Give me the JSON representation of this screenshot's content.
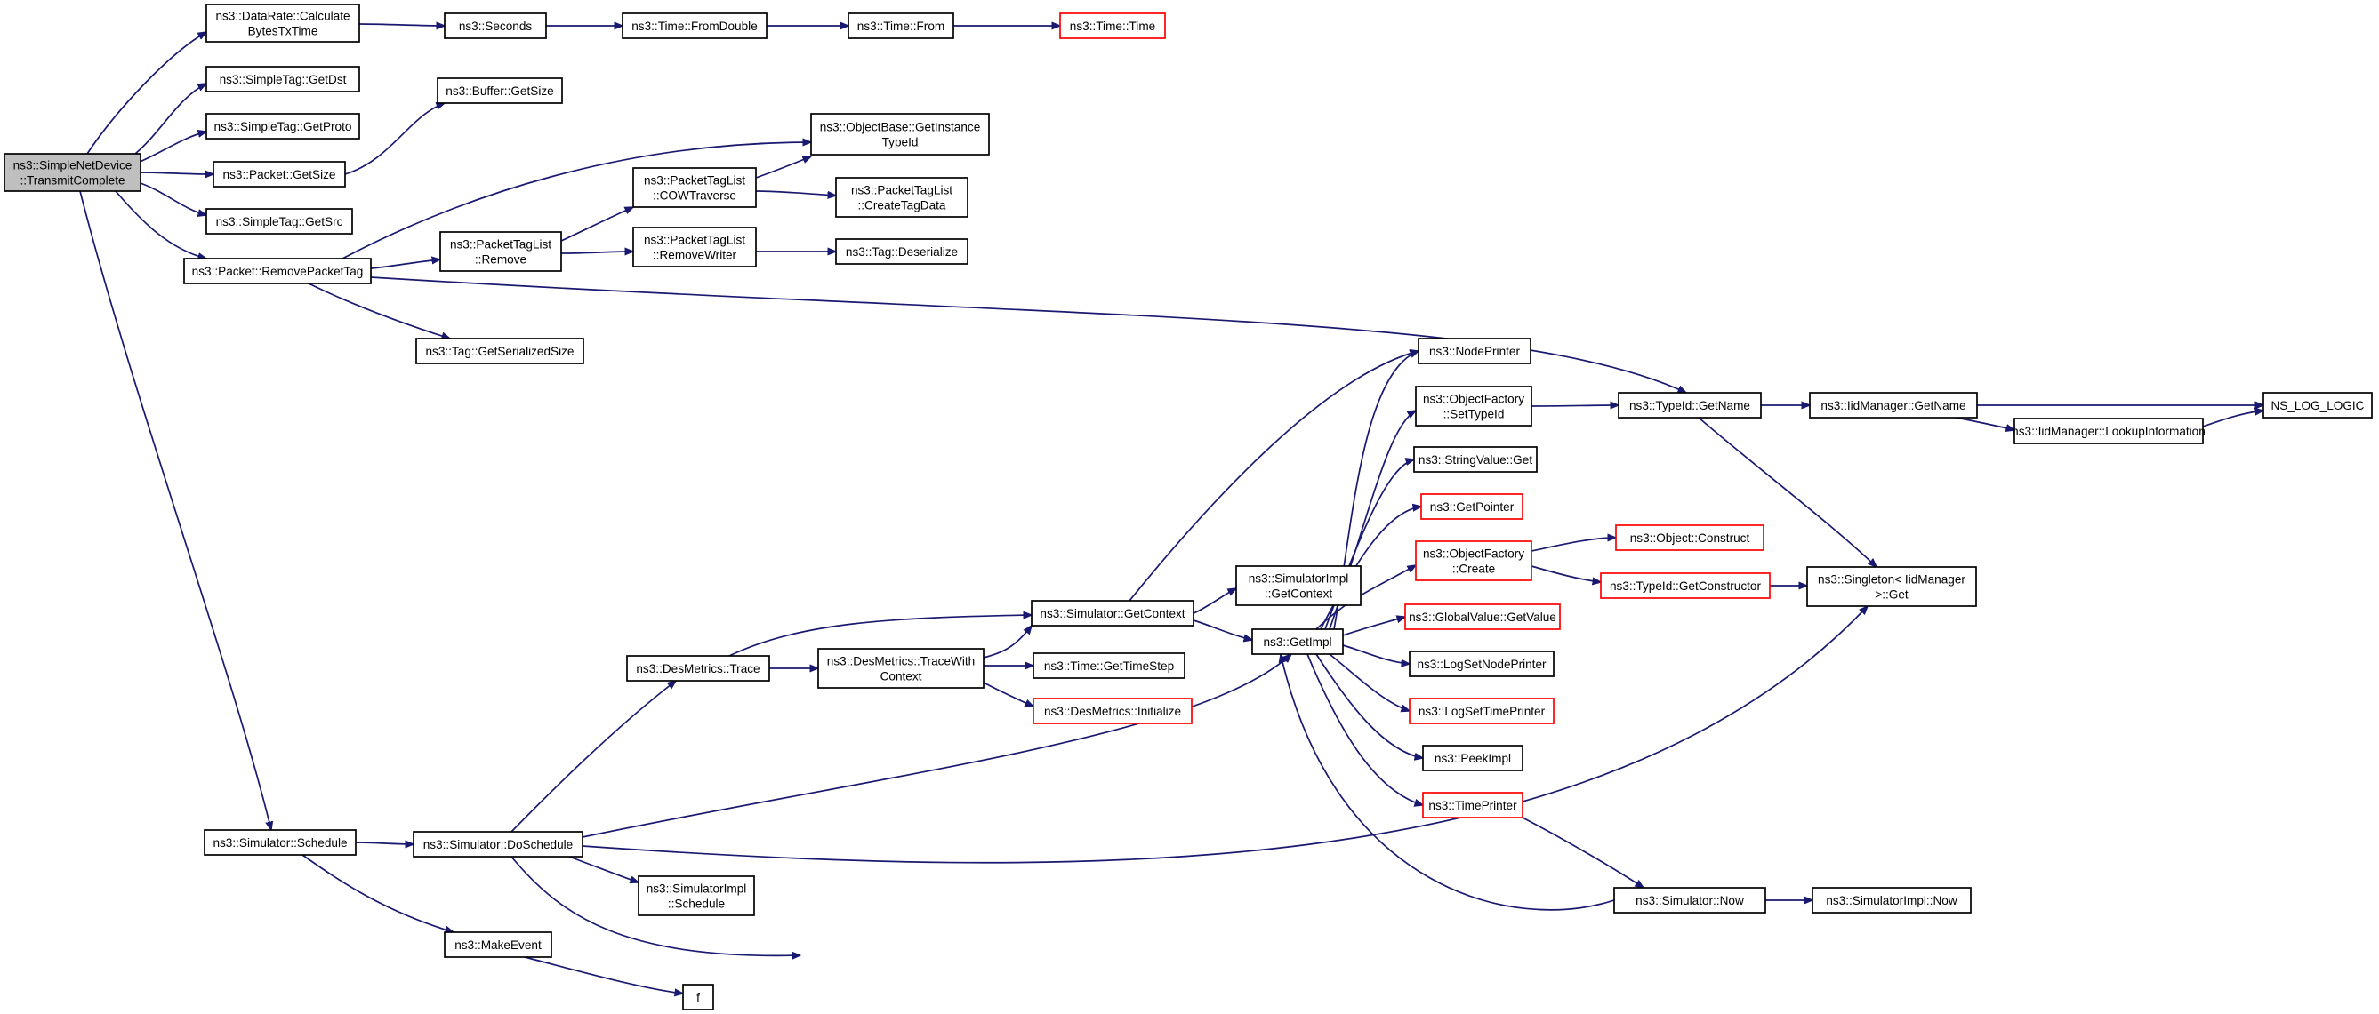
{
  "colors": {
    "edge": "#191970",
    "node_border": "#000000",
    "truncated_border": "#ff0000",
    "root_fill": "#bfbfbf",
    "background": "#ffffff"
  },
  "nodes": [
    {
      "id": "n0",
      "lines": [
        "ns3::SimpleNetDevice",
        "::TransmitComplete"
      ],
      "root": true
    },
    {
      "id": "n1",
      "lines": [
        "ns3::DataRate::Calculate",
        "BytesTxTime"
      ]
    },
    {
      "id": "n2",
      "lines": [
        "ns3::SimpleTag::GetDst"
      ]
    },
    {
      "id": "n3",
      "lines": [
        "ns3::SimpleTag::GetProto"
      ]
    },
    {
      "id": "n4",
      "lines": [
        "ns3::Packet::GetSize"
      ]
    },
    {
      "id": "n5",
      "lines": [
        "ns3::SimpleTag::GetSrc"
      ]
    },
    {
      "id": "n6",
      "lines": [
        "ns3::Packet::RemovePacketTag"
      ]
    },
    {
      "id": "n7",
      "lines": [
        "ns3::Simulator::Schedule"
      ]
    },
    {
      "id": "n8",
      "lines": [
        "ns3::Seconds"
      ]
    },
    {
      "id": "n9",
      "lines": [
        "ns3::Time::FromDouble"
      ]
    },
    {
      "id": "n10",
      "lines": [
        "ns3::Time::From"
      ]
    },
    {
      "id": "n11",
      "lines": [
        "ns3::Time::Time"
      ],
      "truncated": true
    },
    {
      "id": "n12",
      "lines": [
        "ns3::Buffer::GetSize"
      ]
    },
    {
      "id": "n13",
      "lines": [
        "ns3::ObjectBase::GetInstance",
        "TypeId"
      ]
    },
    {
      "id": "n14",
      "lines": [
        "ns3::PacketTagList",
        "::COWTraverse"
      ]
    },
    {
      "id": "n15",
      "lines": [
        "ns3::PacketTagList",
        "::CreateTagData"
      ]
    },
    {
      "id": "n16",
      "lines": [
        "ns3::PacketTagList",
        "::Remove"
      ]
    },
    {
      "id": "n17",
      "lines": [
        "ns3::PacketTagList",
        "::RemoveWriter"
      ]
    },
    {
      "id": "n18",
      "lines": [
        "ns3::Tag::Deserialize"
      ]
    },
    {
      "id": "n19",
      "lines": [
        "ns3::Tag::GetSerializedSize"
      ]
    },
    {
      "id": "n20",
      "lines": [
        "ns3::TypeId::GetName"
      ]
    },
    {
      "id": "n21",
      "lines": [
        "ns3::IidManager::GetName"
      ]
    },
    {
      "id": "n22",
      "lines": [
        "NS_LOG_LOGIC"
      ]
    },
    {
      "id": "n23",
      "lines": [
        "ns3::IidManager::LookupInformation"
      ]
    },
    {
      "id": "n24",
      "lines": [
        "ns3::Singleton< IidManager",
        ">::Get"
      ]
    },
    {
      "id": "n25",
      "lines": [
        "ns3::NodePrinter"
      ]
    },
    {
      "id": "n26",
      "lines": [
        "ns3::ObjectFactory",
        "::SetTypeId"
      ]
    },
    {
      "id": "n27",
      "lines": [
        "ns3::StringValue::Get"
      ]
    },
    {
      "id": "n28",
      "lines": [
        "ns3::GetPointer"
      ],
      "truncated": true
    },
    {
      "id": "n29",
      "lines": [
        "ns3::ObjectFactory",
        "::Create"
      ],
      "truncated": true
    },
    {
      "id": "n30",
      "lines": [
        "ns3::GlobalValue::GetValue"
      ],
      "truncated": true
    },
    {
      "id": "n31",
      "lines": [
        "ns3::LogSetNodePrinter"
      ]
    },
    {
      "id": "n32",
      "lines": [
        "ns3::LogSetTimePrinter"
      ],
      "truncated": true
    },
    {
      "id": "n33",
      "lines": [
        "ns3::PeekImpl"
      ]
    },
    {
      "id": "n34",
      "lines": [
        "ns3::TimePrinter"
      ],
      "truncated": true
    },
    {
      "id": "n35",
      "lines": [
        "ns3::Object::Construct"
      ],
      "truncated": true
    },
    {
      "id": "n36",
      "lines": [
        "ns3::TypeId::GetConstructor"
      ],
      "truncated": true
    },
    {
      "id": "n37",
      "lines": [
        "ns3::SimulatorImpl",
        "::GetContext"
      ]
    },
    {
      "id": "n38",
      "lines": [
        "ns3::Simulator::GetContext"
      ]
    },
    {
      "id": "n39",
      "lines": [
        "ns3::GetImpl"
      ]
    },
    {
      "id": "n40",
      "lines": [
        "ns3::DesMetrics::Trace"
      ]
    },
    {
      "id": "n41",
      "lines": [
        "ns3::DesMetrics::TraceWith",
        "Context"
      ]
    },
    {
      "id": "n42",
      "lines": [
        "ns3::Time::GetTimeStep"
      ]
    },
    {
      "id": "n43",
      "lines": [
        "ns3::DesMetrics::Initialize"
      ],
      "truncated": true
    },
    {
      "id": "n44",
      "lines": [
        "ns3::Simulator::DoSchedule"
      ]
    },
    {
      "id": "n45",
      "lines": [
        "ns3::SimulatorImpl",
        "::Schedule"
      ]
    },
    {
      "id": "n46",
      "lines": [
        "ns3::MakeEvent"
      ]
    },
    {
      "id": "n47",
      "lines": [
        "f"
      ]
    },
    {
      "id": "n48",
      "lines": [
        "ns3::Simulator::Now"
      ]
    },
    {
      "id": "n49",
      "lines": [
        "ns3::SimulatorImpl::Now"
      ]
    }
  ],
  "edges": [
    {
      "from": "n0",
      "to": "n1"
    },
    {
      "from": "n0",
      "to": "n2"
    },
    {
      "from": "n0",
      "to": "n3"
    },
    {
      "from": "n0",
      "to": "n4"
    },
    {
      "from": "n0",
      "to": "n5"
    },
    {
      "from": "n0",
      "to": "n6"
    },
    {
      "from": "n0",
      "to": "n7"
    },
    {
      "from": "n1",
      "to": "n8"
    },
    {
      "from": "n8",
      "to": "n9"
    },
    {
      "from": "n9",
      "to": "n10"
    },
    {
      "from": "n10",
      "to": "n11"
    },
    {
      "from": "n4",
      "to": "n12"
    },
    {
      "from": "n6",
      "to": "n13"
    },
    {
      "from": "n6",
      "to": "n16"
    },
    {
      "from": "n6",
      "to": "n19"
    },
    {
      "from": "n6",
      "to": "n20"
    },
    {
      "from": "n16",
      "to": "n14"
    },
    {
      "from": "n16",
      "to": "n17"
    },
    {
      "from": "n14",
      "to": "n13"
    },
    {
      "from": "n14",
      "to": "n15"
    },
    {
      "from": "n17",
      "to": "n18"
    },
    {
      "from": "n20",
      "to": "n21"
    },
    {
      "from": "n20",
      "to": "n24"
    },
    {
      "from": "n21",
      "to": "n22"
    },
    {
      "from": "n21",
      "to": "n23"
    },
    {
      "from": "n23",
      "to": "n22"
    },
    {
      "from": "n26",
      "to": "n20"
    },
    {
      "from": "n29",
      "to": "n35"
    },
    {
      "from": "n29",
      "to": "n36"
    },
    {
      "from": "n36",
      "to": "n24"
    },
    {
      "from": "n7",
      "to": "n44"
    },
    {
      "from": "n7",
      "to": "n46"
    },
    {
      "from": "n46",
      "to": "n47"
    },
    {
      "from": "n44",
      "to": "n40"
    },
    {
      "from": "n44",
      "to": "n39"
    },
    {
      "from": "n44",
      "to": "n24"
    },
    {
      "from": "n44",
      "to": "n45"
    },
    {
      "from": "n44",
      "to": "n48"
    },
    {
      "from": "n40",
      "to": "n38"
    },
    {
      "from": "n40",
      "to": "n41"
    },
    {
      "from": "n41",
      "to": "n38"
    },
    {
      "from": "n41",
      "to": "n42"
    },
    {
      "from": "n41",
      "to": "n43"
    },
    {
      "from": "n38",
      "to": "n37"
    },
    {
      "from": "n38",
      "to": "n39"
    },
    {
      "from": "n38",
      "to": "n25"
    },
    {
      "from": "n39",
      "to": "n25"
    },
    {
      "from": "n39",
      "to": "n26"
    },
    {
      "from": "n39",
      "to": "n27"
    },
    {
      "from": "n39",
      "to": "n28"
    },
    {
      "from": "n39",
      "to": "n29"
    },
    {
      "from": "n39",
      "to": "n30"
    },
    {
      "from": "n39",
      "to": "n31"
    },
    {
      "from": "n39",
      "to": "n32"
    },
    {
      "from": "n39",
      "to": "n33"
    },
    {
      "from": "n39",
      "to": "n34"
    },
    {
      "from": "n34",
      "to": "n48"
    },
    {
      "from": "n48",
      "to": "n39"
    },
    {
      "from": "n48",
      "to": "n49"
    }
  ]
}
